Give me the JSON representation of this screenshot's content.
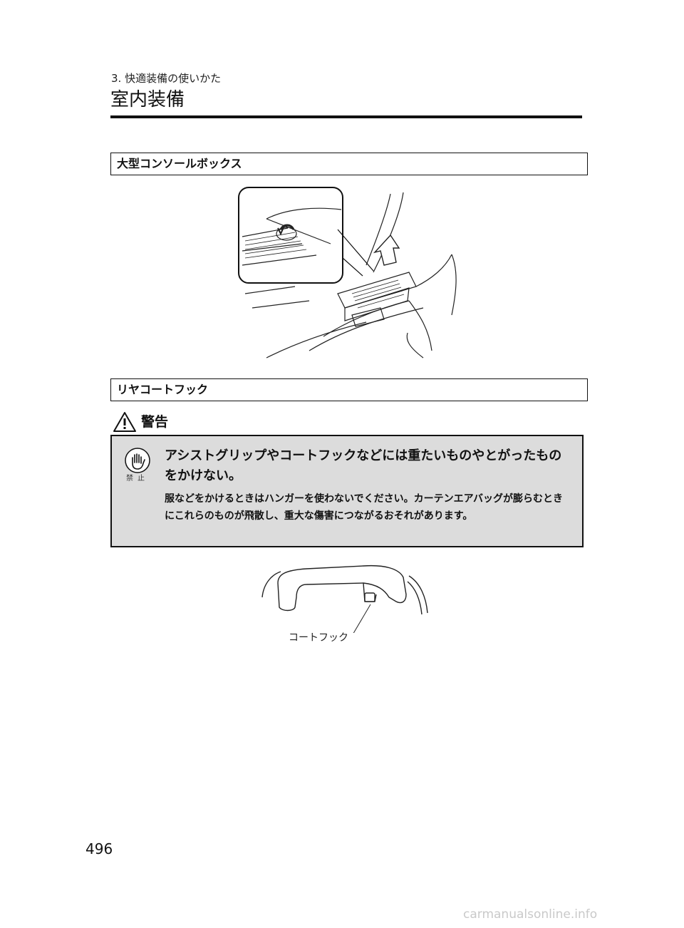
{
  "header": {
    "chapter": "3. 快適装備の使いかた",
    "title": "室内装備"
  },
  "sections": {
    "console_box": {
      "title": "大型コンソールボックス"
    },
    "rear_coat_hook": {
      "title": "リヤコートフック"
    }
  },
  "warning": {
    "label": "警告",
    "prohibit_label": "禁止",
    "main_text": "アシストグリップやコートフックなどには重たいものやとがったものをかけない。",
    "body_text": "服などをかけるときはハンガーを使わないでください。カーテンエアバッグが膨らむときにこれらのものが飛散し、重大な傷害につながるおそれがあります。"
  },
  "figure_labels": {
    "coat_hook": "コートフック"
  },
  "page": {
    "number": "496"
  },
  "footer": {
    "watermark": "carmanualsonline.info"
  }
}
